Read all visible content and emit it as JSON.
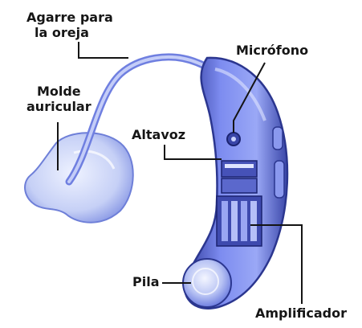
{
  "labels": {
    "agarre_line1": "Agarre para",
    "agarre_line2": "la oreja",
    "molde_line1": "Molde",
    "molde_line2": "auricular",
    "microfono": "Micrófono",
    "altavoz": "Altavoz",
    "pila": "Pila",
    "amplificador": "Amplificador"
  },
  "colors": {
    "body": "#6f7fe0",
    "body_dark": "#2f3a9c",
    "mold": "#c9d3f7",
    "leader": "#141414"
  }
}
